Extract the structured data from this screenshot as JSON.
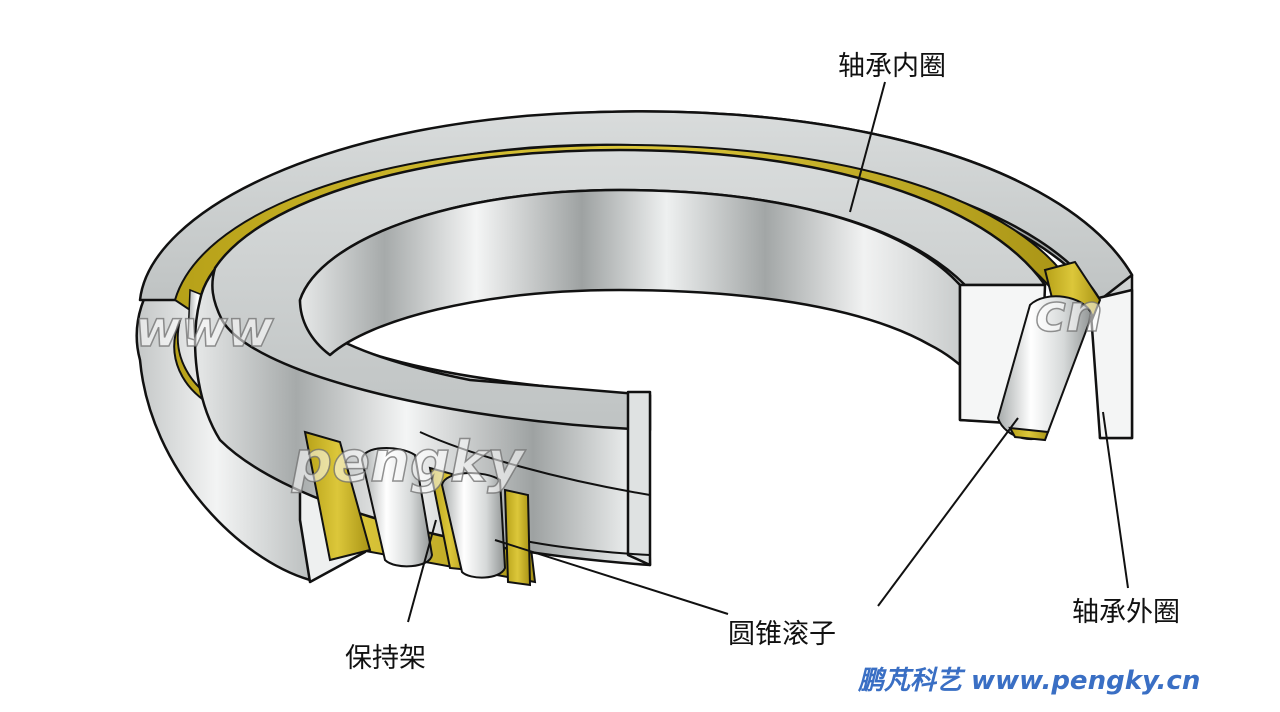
{
  "labels": {
    "inner_ring": "轴承内圈",
    "outer_ring": "轴承外圈",
    "tapered_roller": "圆锥滚子",
    "cage": "保持架"
  },
  "watermarks": {
    "left": "www",
    "center": "pengky",
    "right": "cn"
  },
  "credit": "鹏芃科艺 www.pengky.cn",
  "colors": {
    "steel_light": "#f2f3f3",
    "steel_mid": "#c9cccc",
    "steel_dark": "#8d9191",
    "cage_brass": "#c9b41c",
    "outline": "#111111",
    "credit_blue": "#3a6fc4"
  }
}
